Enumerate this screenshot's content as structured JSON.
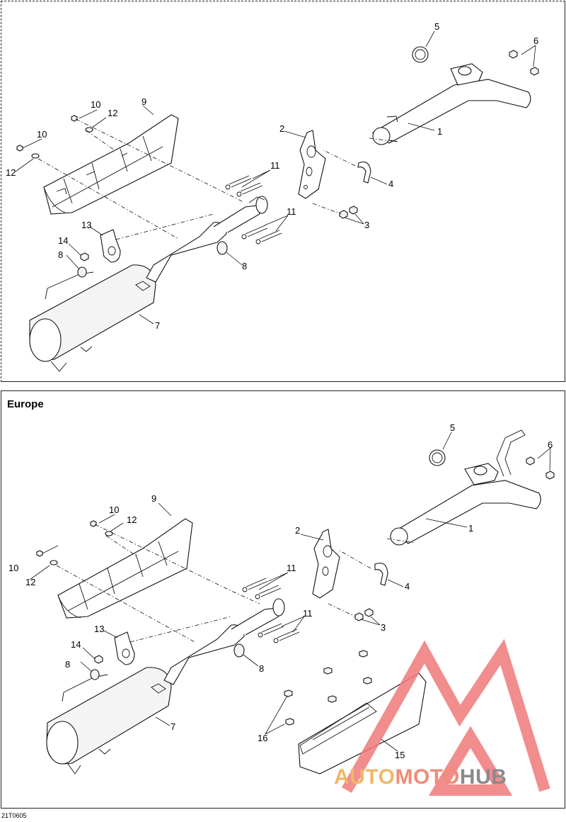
{
  "top_diagram": {
    "callouts": [
      "1",
      "2",
      "3",
      "4",
      "5",
      "6",
      "7",
      "8",
      "8",
      "9",
      "10",
      "10",
      "11",
      "11",
      "12",
      "12",
      "13",
      "14"
    ]
  },
  "bottom_diagram": {
    "region_label": "Europe",
    "callouts": [
      "1",
      "2",
      "3",
      "4",
      "5",
      "6",
      "7",
      "8",
      "8",
      "9",
      "10",
      "10",
      "11",
      "11",
      "12",
      "12",
      "13",
      "14",
      "15",
      "16"
    ]
  },
  "figure_code": "21T0605",
  "watermark": {
    "part1": "AUTO",
    "part2": "MOTO",
    "part3": "HUB",
    "colors": {
      "triangle": "#f07a7a",
      "auto": "#f2b766",
      "moto": "#f08c78",
      "hub": "#8a8a8a"
    }
  }
}
